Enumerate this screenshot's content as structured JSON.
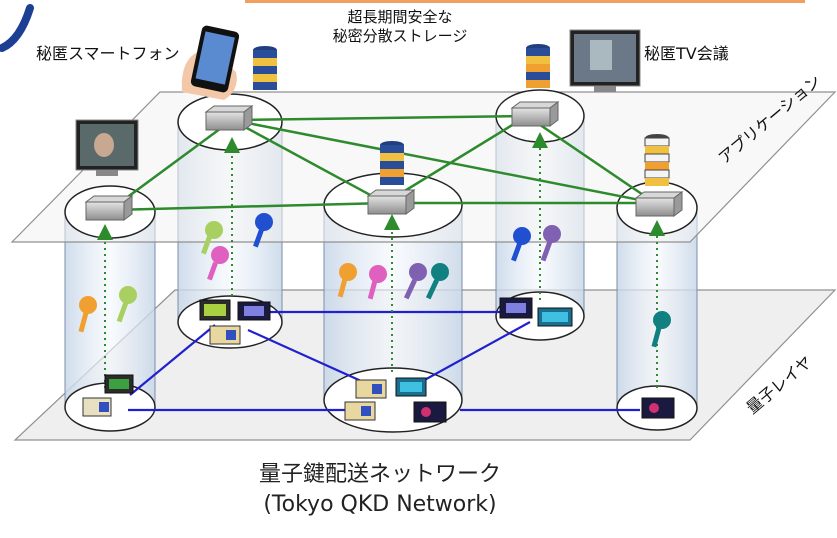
{
  "labels": {
    "storage_line1": "超長期間安全な",
    "storage_line2": "秘密分散ストレージ",
    "secret_smartphone": "秘匿スマートフォン",
    "secret_tv_conference": "秘匿TV会議",
    "application_layer": "アプリケーション",
    "quantum_layer": "量子レイヤ",
    "caption_line1": "量子鍵配送ネットワーク",
    "caption_line2": "(Tokyo QKD Network)"
  },
  "colors": {
    "accent_bar": "#f0a060",
    "plane_fill": "#efefef",
    "plane_stroke": "#909090",
    "cylinder_fill": "#dce6f1",
    "app_link": "#2d8a2d",
    "quantum_link": "#2020d0",
    "key_arrow": "#2d8a2d",
    "key_orange": "#f0a030",
    "key_green": "#a8d060",
    "key_blue": "#2050d0",
    "key_pink": "#e060c0",
    "key_purple": "#8060b0",
    "key_teal": "#108080"
  }
}
